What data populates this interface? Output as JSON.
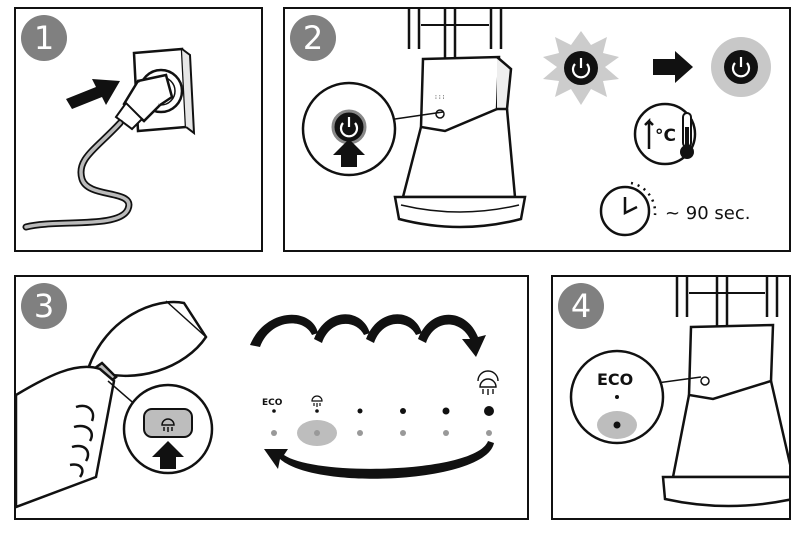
{
  "steps": [
    {
      "number": "1"
    },
    {
      "number": "2",
      "heating_time": "~ 90 sec.",
      "temperature_unit": "°C"
    },
    {
      "number": "3",
      "modes": [
        "ECO"
      ]
    },
    {
      "number": "4",
      "mode_label": "ECO"
    }
  ],
  "icons": {
    "power": "power-icon",
    "steam": "steam-icon",
    "thermometer": "thermometer-icon",
    "timer": "timer-icon",
    "arrow": "arrow-icon"
  },
  "colors": {
    "badge": "#808080",
    "outline": "#111111",
    "highlight": "#bfbfbf",
    "glow": "#c8c8c8"
  }
}
